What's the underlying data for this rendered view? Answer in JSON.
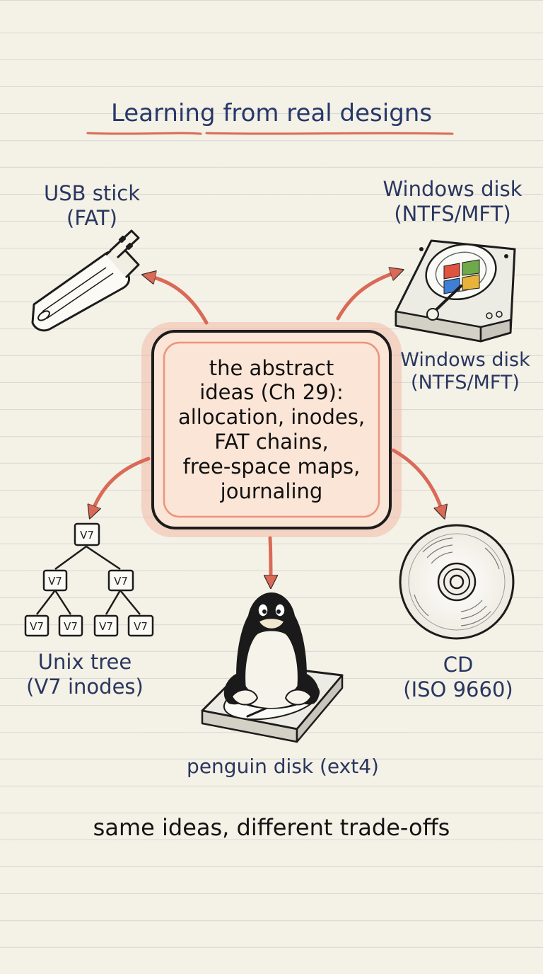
{
  "title": "Learning from real designs",
  "center": {
    "lines": [
      "the abstract",
      "ideas (Ch 29):",
      "allocation, inodes,",
      "FAT chains,",
      "free-space maps,",
      "journaling"
    ]
  },
  "nodes": {
    "usb": {
      "lines": [
        "USB stick",
        "(FAT)"
      ],
      "icon": "usb-stick-icon"
    },
    "windows_top": {
      "lines": [
        "Windows disk",
        "(NTFS/MFT)"
      ],
      "icon": "windows-hard-disk-icon"
    },
    "windows_mid": {
      "lines": [
        "Windows disk",
        "(NTFS/MFT)"
      ]
    },
    "unix": {
      "lines": [
        "Unix tree",
        "(V7 inodes)"
      ],
      "icon": "inode-tree-icon",
      "tree_labels": [
        "V7",
        "V7",
        "V7",
        "V7",
        "V7",
        "V7",
        "V7"
      ]
    },
    "penguin": {
      "lines": [
        "penguin disk (ext4)"
      ],
      "icon": "penguin-disk-icon"
    },
    "cd": {
      "lines": [
        "CD",
        "(ISO 9660)"
      ],
      "icon": "cd-disc-icon"
    }
  },
  "caption": "same ideas, different trade-offs",
  "colors": {
    "background": "#f4f1e6",
    "ink": "#27386a",
    "accent": "#d96a57",
    "box_fill": "#fbe5d6",
    "windows_red": "#e0533f",
    "windows_green": "#6ea94a",
    "windows_blue": "#3f7ed6",
    "windows_yellow": "#e8b33a"
  }
}
